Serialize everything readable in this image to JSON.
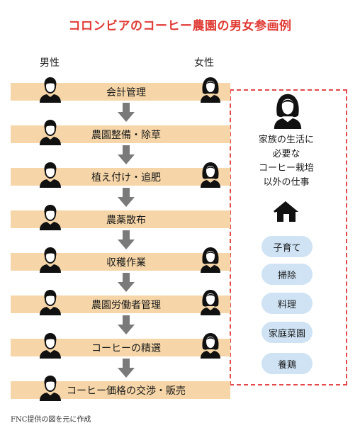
{
  "title": "コロンビアのコーヒー農園の男女参画例",
  "columns": {
    "male": "男性",
    "female": "女性"
  },
  "steps": [
    {
      "label": "会計管理",
      "male": true,
      "female": true
    },
    {
      "label": "農園整備・除草",
      "male": true,
      "female": false
    },
    {
      "label": "植え付け・追肥",
      "male": true,
      "female": true
    },
    {
      "label": "農薬散布",
      "male": true,
      "female": false
    },
    {
      "label": "収穫作業",
      "male": true,
      "female": true
    },
    {
      "label": "農園労働者管理",
      "male": true,
      "female": true
    },
    {
      "label": "コーヒーの精選",
      "male": true,
      "female": true
    },
    {
      "label": "コーヒー価格の交渉・販売",
      "male": true,
      "female": false
    }
  ],
  "side_note": {
    "lines": [
      "家族の生活に",
      "必要な",
      "コーヒー栽培",
      "以外の仕事"
    ],
    "icon": "house-icon",
    "tasks": [
      "子育て",
      "掃除",
      "料理",
      "家庭菜園",
      "養鶏"
    ]
  },
  "colors": {
    "title": "#e03b35",
    "bar": "#f6d6a8",
    "dash": "#e3484a",
    "pill": "#cfe3f5"
  },
  "source": "FNC提供の図を元に作成"
}
